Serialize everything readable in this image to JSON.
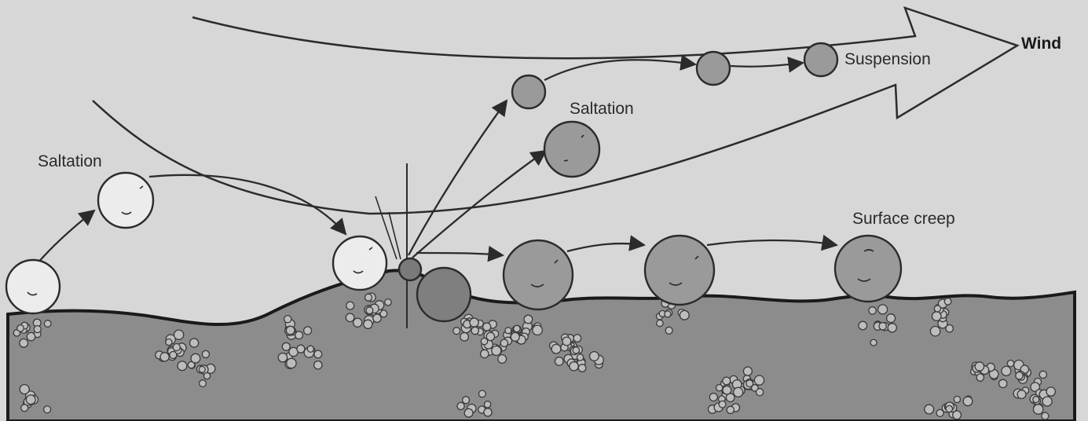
{
  "labels": {
    "wind": "Wind",
    "suspension": "Suspension",
    "saltation_left": "Saltation",
    "saltation_right": "Saltation",
    "surface_creep": "Surface creep"
  },
  "colors": {
    "background": "#d7d7d7",
    "ground": "#8c8c8c",
    "grain_light": "#ececec",
    "grain_dark": "#9a9a9a",
    "ink": "#2b2b2b"
  },
  "icons": {
    "wind_arrow": "large-outlined-arrow",
    "grain": "sand-grain-circle",
    "trajectory": "curved-arrow"
  }
}
